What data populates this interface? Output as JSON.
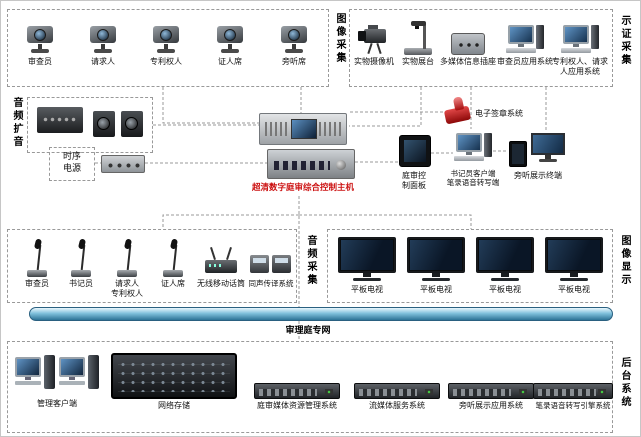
{
  "colors": {
    "host_label_red": "#cc1111",
    "network_pipe_blue": "#5aa0c0",
    "dashed_line_gray": "#999999"
  },
  "groups": {
    "image_capture": {
      "label": "图像采集",
      "items": [
        {
          "label": "审查员",
          "icon": "ptz-camera-icon"
        },
        {
          "label": "请求人",
          "icon": "ptz-camera-icon"
        },
        {
          "label": "专利权人",
          "icon": "ptz-camera-icon"
        },
        {
          "label": "证人席",
          "icon": "ptz-camera-icon"
        },
        {
          "label": "旁听席",
          "icon": "ptz-camera-icon"
        }
      ]
    },
    "evidence_capture": {
      "label": "示证采集",
      "items": [
        {
          "label": "实物摄像机",
          "icon": "video-camera-icon"
        },
        {
          "label": "实物展台",
          "icon": "document-camera-icon"
        },
        {
          "label": "多媒体信息插座",
          "icon": "media-socket-icon"
        },
        {
          "label": "审查员应用系统",
          "icon": "desktop-computer-icon"
        },
        {
          "label": "专利权人、请求人应用系统",
          "icon": "desktop-computer-icon"
        }
      ]
    },
    "audio_amplification": {
      "label": "音频扩音"
    },
    "audio_capture": {
      "label": "音频采集",
      "items": [
        {
          "label": "审查员",
          "icon": "gooseneck-mic-icon"
        },
        {
          "label": "书记员",
          "icon": "gooseneck-mic-icon"
        },
        {
          "label": "请求人\n专利权人",
          "icon": "gooseneck-mic-icon"
        },
        {
          "label": "证人席",
          "icon": "gooseneck-mic-icon"
        },
        {
          "label": "无线移动话筒",
          "icon": "wireless-mic-icon"
        },
        {
          "label": "同声传译系统",
          "icon": "interpreter-unit-icon"
        }
      ]
    },
    "image_display": {
      "label": "图像显示",
      "items": [
        {
          "label": "平板电视",
          "icon": "tv-icon"
        },
        {
          "label": "平板电视",
          "icon": "tv-icon"
        },
        {
          "label": "平板电视",
          "icon": "tv-icon"
        },
        {
          "label": "平板电视",
          "icon": "tv-icon"
        }
      ]
    },
    "backend": {
      "label": "后台系统",
      "items": [
        {
          "label": "管理客户端",
          "icon": "desktop-computer-icon"
        },
        {
          "label": "网络存储",
          "icon": "storage-array-icon"
        },
        {
          "label": "庭审媒体资源管理系统",
          "icon": "rack-server-icon"
        },
        {
          "label": "流媒体服务系统",
          "icon": "rack-server-icon"
        },
        {
          "label": "旁听展示应用系统",
          "icon": "rack-server-icon"
        },
        {
          "label": "笔录语音转写引擎系统",
          "icon": "rack-server-icon"
        }
      ]
    }
  },
  "center": {
    "host_label": "超清数字庭审综合控制主机",
    "power_label": "时序电源",
    "esign_label": "电子签章系统",
    "control_panel_label": "庭审控制面板",
    "clerk_label_line1": "书记员客户端",
    "clerk_label_line2": "笔录语音转写端",
    "audience_label": "旁听展示终端"
  },
  "network": {
    "label": "审理庭专网"
  }
}
